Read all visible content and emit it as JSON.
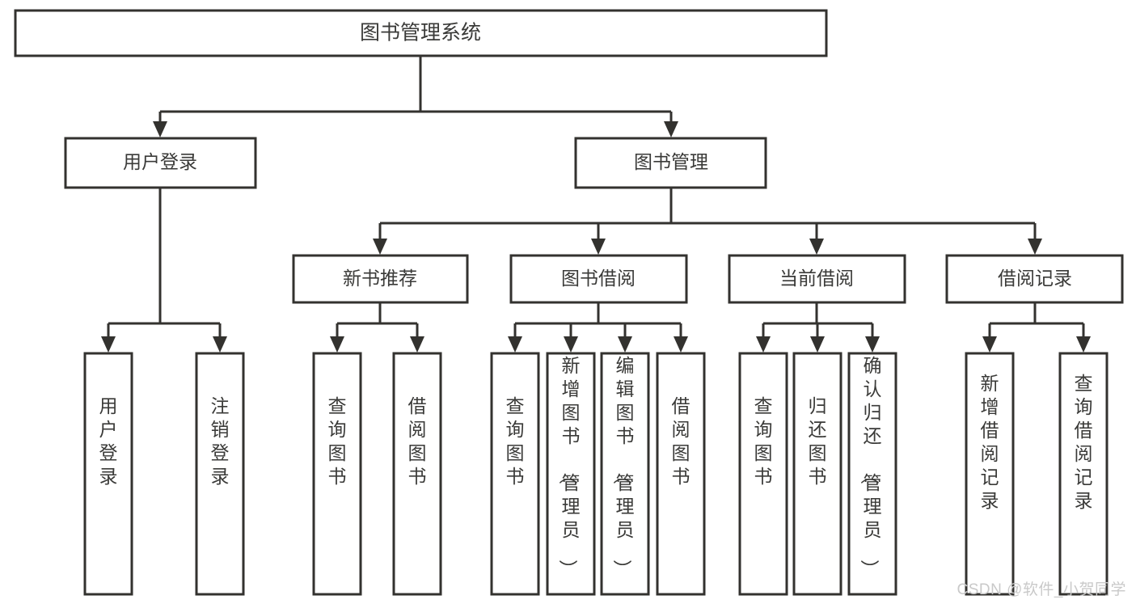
{
  "diagram": {
    "title": "图书管理系统",
    "type": "tree-hierarchy",
    "watermark": "CSDN @软件_小贺同学",
    "colors": {
      "stroke": "#33322f",
      "text": "#3a3a38",
      "background": "#ffffff",
      "watermark": "#c9c9c9"
    },
    "root": {
      "id": "root",
      "label": "图书管理系统"
    },
    "level2": [
      {
        "id": "user-login",
        "label": "用户登录"
      },
      {
        "id": "book-management",
        "label": "图书管理"
      }
    ],
    "level3": [
      {
        "id": "new-book-recommend",
        "label": "新书推荐",
        "parent": "book-management"
      },
      {
        "id": "book-borrow",
        "label": "图书借阅",
        "parent": "book-management"
      },
      {
        "id": "current-borrow",
        "label": "当前借阅",
        "parent": "book-management"
      },
      {
        "id": "borrow-record",
        "label": "借阅记录",
        "parent": "book-management"
      }
    ],
    "leaves": {
      "user-login": [
        {
          "id": "leaf-user-login",
          "label": "用户登录"
        },
        {
          "id": "leaf-user-logout",
          "label": "注销登录"
        }
      ],
      "new-book-recommend": [
        {
          "id": "leaf-query-book-1",
          "label": "查询图书"
        },
        {
          "id": "leaf-borrow-book-1",
          "label": "借阅图书"
        }
      ],
      "book-borrow": [
        {
          "id": "leaf-query-book-2",
          "label": "查询图书"
        },
        {
          "id": "leaf-add-book",
          "label": "新增图书（管理员）"
        },
        {
          "id": "leaf-edit-book",
          "label": "编辑图书（管理员）"
        },
        {
          "id": "leaf-borrow-book-2",
          "label": "借阅图书"
        }
      ],
      "current-borrow": [
        {
          "id": "leaf-query-book-3",
          "label": "查询图书"
        },
        {
          "id": "leaf-return-book",
          "label": "归还图书"
        },
        {
          "id": "leaf-confirm-return",
          "label": "确认归还（管理员）"
        }
      ],
      "borrow-record": [
        {
          "id": "leaf-add-record",
          "label": "新增借阅记录"
        },
        {
          "id": "leaf-query-record",
          "label": "查询借阅记录"
        }
      ]
    }
  }
}
